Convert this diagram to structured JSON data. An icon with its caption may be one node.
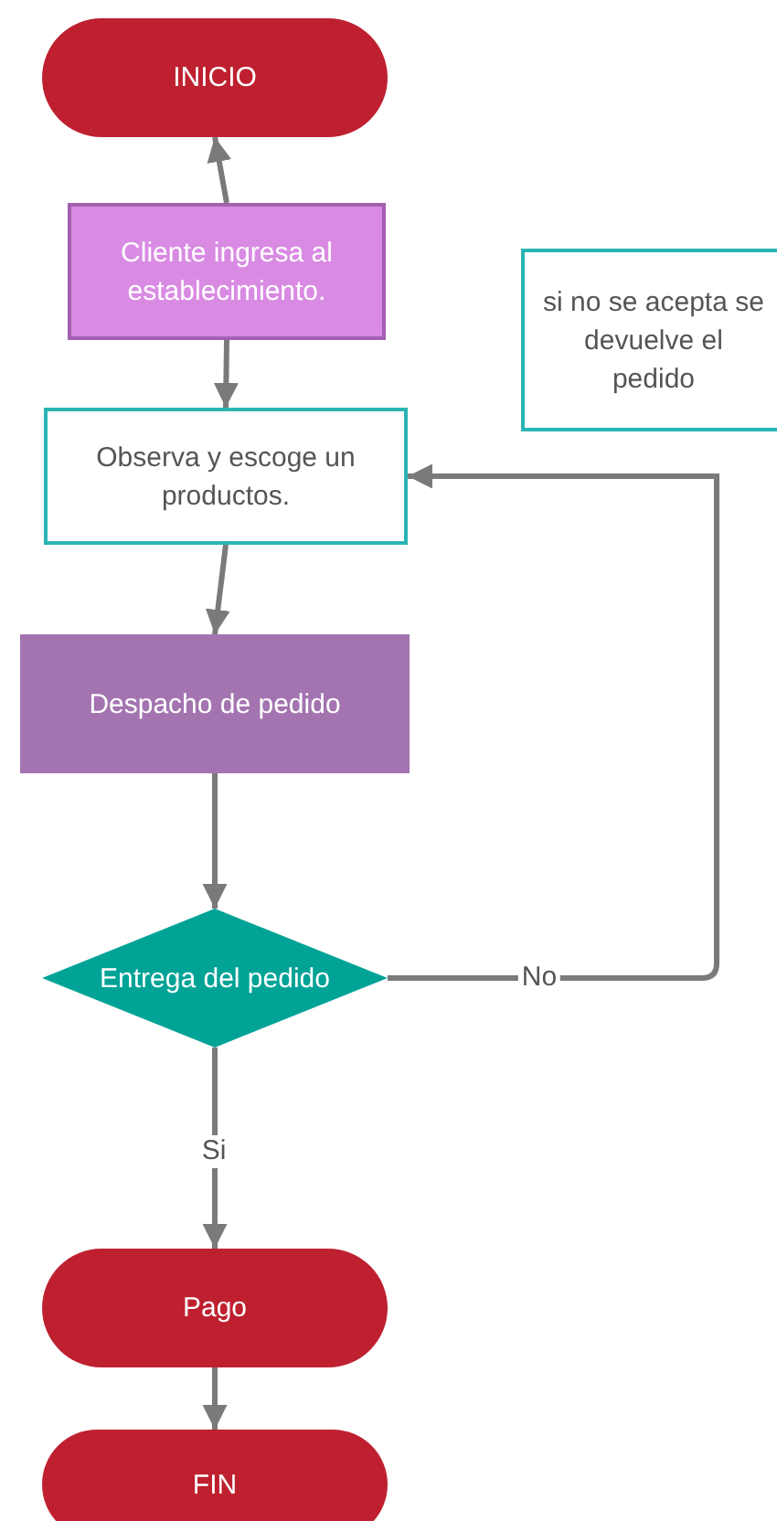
{
  "diagram": {
    "nodes": [
      {
        "text": [
          "INICIO"
        ]
      },
      {
        "text": [
          "Cliente ingresa al establecimiento."
        ]
      },
      {
        "text": [
          "Observa y escoge un productos."
        ]
      },
      {
        "text": [
          "Despacho de pedido"
        ]
      },
      {
        "text": [
          "Entrega del pedido"
        ]
      },
      {
        "text": [
          "Pago"
        ]
      },
      {
        "text": [
          "FIN"
        ]
      },
      {
        "text": [
          "si no se acepta se devuelve el pedido"
        ]
      }
    ],
    "edges": [
      {
        "from": 1,
        "to": 0,
        "arrow": "to"
      },
      {
        "from": 1,
        "to": 2,
        "arrow": "to"
      },
      {
        "from": 2,
        "to": 3,
        "arrow": "to"
      },
      {
        "from": 3,
        "to": 4,
        "arrow": "to"
      },
      {
        "from": 4,
        "to": 2,
        "arrow": "to",
        "label": "No"
      },
      {
        "from": 4,
        "to": 5,
        "arrow": "to",
        "label": "Si"
      },
      {
        "from": 5,
        "to": 6,
        "arrow": "to"
      }
    ]
  }
}
